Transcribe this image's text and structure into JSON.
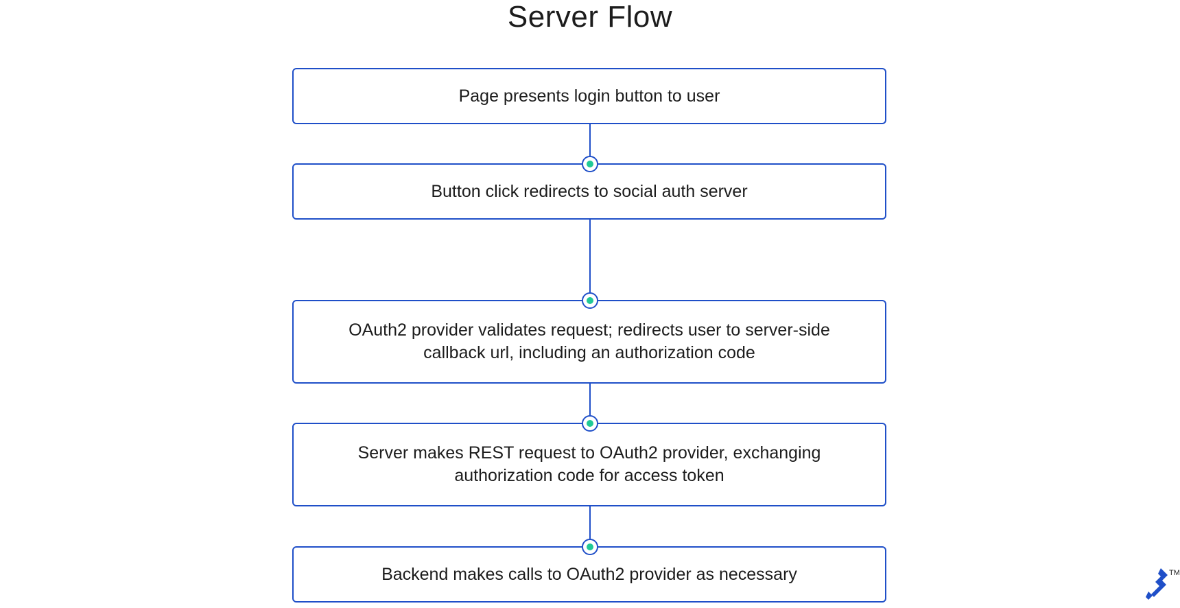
{
  "title": "Server Flow",
  "steps": [
    {
      "lines": [
        "Page presents login button to user"
      ]
    },
    {
      "lines": [
        "Button click redirects to social auth server"
      ]
    },
    {
      "lines": [
        "OAuth2 provider validates request; redirects user to server-side",
        "callback url, including an authorization code"
      ]
    },
    {
      "lines": [
        "Server makes REST request to OAuth2 provider, exchanging",
        "authorization code for access token"
      ]
    },
    {
      "lines": [
        "Backend makes calls to OAuth2 provider as necessary"
      ]
    }
  ],
  "logo": {
    "icon": "toptal-logo-icon",
    "trademark": "TM"
  },
  "colors": {
    "border": "#1f4fc8",
    "node_dot": "#20c997",
    "text": "#1c1c1c"
  }
}
